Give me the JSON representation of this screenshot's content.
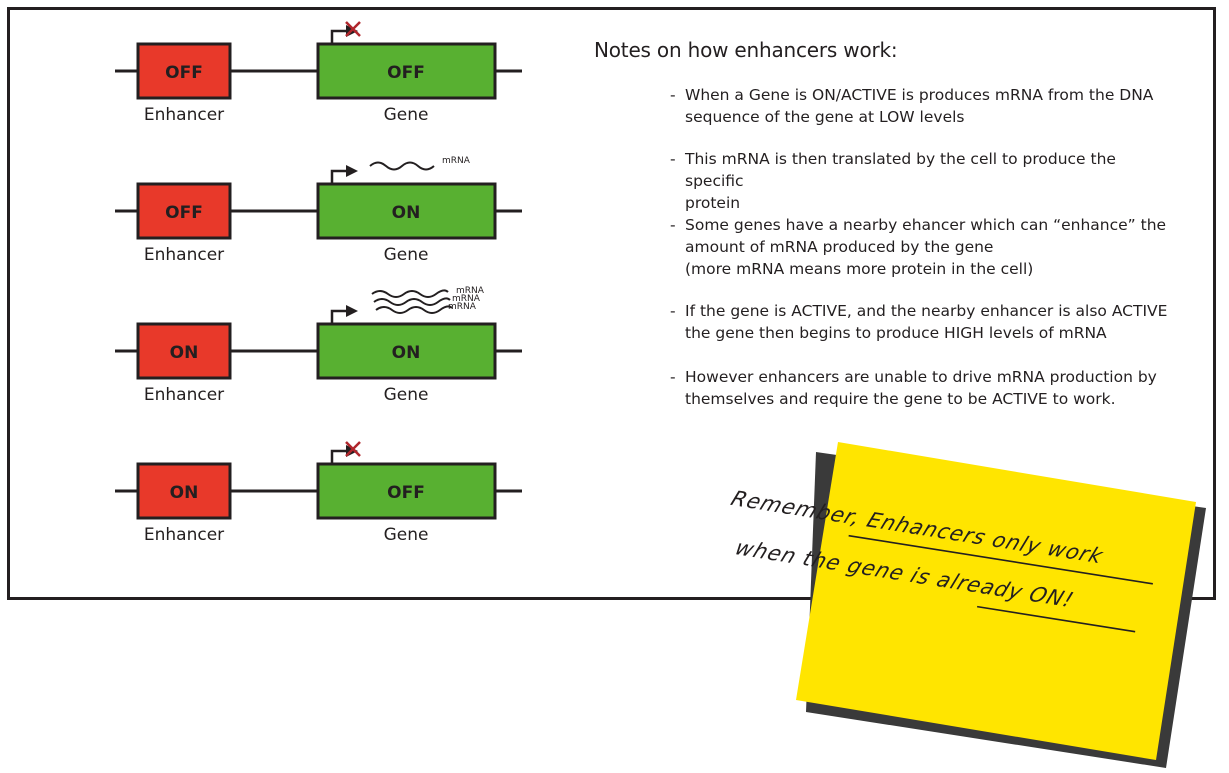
{
  "rows": [
    {
      "enhancer_state": "OFF",
      "gene_state": "OFF",
      "enhancer_label": "Enhancer",
      "gene_label": "Gene",
      "promoter_blocked": true,
      "mrna_count": 0
    },
    {
      "enhancer_state": "OFF",
      "gene_state": "ON",
      "enhancer_label": "Enhancer",
      "gene_label": "Gene",
      "promoter_blocked": false,
      "mrna_count": 1
    },
    {
      "enhancer_state": "ON",
      "gene_state": "ON",
      "enhancer_label": "Enhancer",
      "gene_label": "Gene",
      "promoter_blocked": false,
      "mrna_count": 3
    },
    {
      "enhancer_state": "ON",
      "gene_state": "OFF",
      "enhancer_label": "Enhancer",
      "gene_label": "Gene",
      "promoter_blocked": true,
      "mrna_count": 0
    }
  ],
  "mrna_label": "mRNA",
  "notes": {
    "title": "Notes on how enhancers work:",
    "items": [
      {
        "lines": [
          "When a Gene is ON/ACTIVE is produces mRNA from the DNA",
          "sequence of the gene at LOW levels"
        ]
      },
      {
        "lines": [
          "This mRNA is then translated by the cell to produce the specific",
          "protein"
        ]
      },
      {
        "lines": [
          "Some genes have a nearby ehancer which can “enhance” the",
          "amount of mRNA produced by the gene",
          "(more mRNA means more protein in the cell)"
        ]
      },
      {
        "lines": [
          "If the gene is ACTIVE, and the nearby enhancer is also ACTIVE",
          "the gene then begins to produce HIGH levels of mRNA"
        ]
      },
      {
        "lines": [
          "However enhancers are unable to drive mRNA production by",
          "themselves and require the gene to be ACTIVE to work."
        ]
      }
    ]
  },
  "sticky_note": {
    "line1": "Remember, Enhancers only work",
    "line2": "when the gene is already ON!"
  },
  "colors": {
    "enhancer_fill": "#e8392a",
    "gene_fill": "#58b031",
    "outline": "#231f20",
    "cross": "#b0262c",
    "sticky_fill": "#ffe500",
    "sticky_shadow": "#3a3a3a",
    "text": "#231f20"
  }
}
